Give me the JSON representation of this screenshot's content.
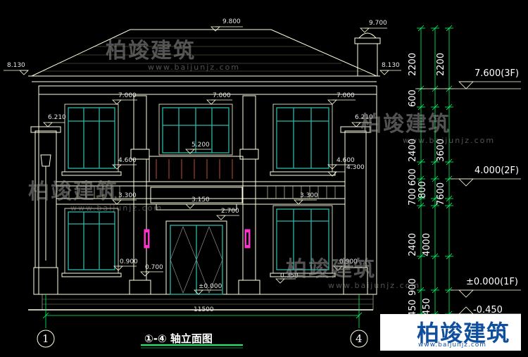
{
  "elevation": {
    "ridge": "9.800",
    "chimney_top": "9.700",
    "eave_left": "8.130",
    "eave_right": "8.130",
    "window_tops_2f": [
      "7.000",
      "7.000",
      "7.000"
    ],
    "pier_left": "6.210",
    "pier_right": "6.210",
    "balcony": "5.200",
    "band_left": "4.600",
    "band_right": "4.600",
    "band_right_low": "4.300",
    "first_window_left": "3.300",
    "first_window_right": "3.300",
    "entrance_canopy": "3.150",
    "door_top": "2.700",
    "sill_left": "0.900",
    "sill_right": "0.900",
    "step_left": "0.700",
    "step_right": "0.350",
    "ground": "±0.000",
    "total_width": "11500"
  },
  "levels": {
    "third": "7.600(3F)",
    "second": "4.000(2F)",
    "first": "±0.000(1F)",
    "grade": "-0.450"
  },
  "dims_outer": [
    "2200",
    "3600",
    "7600",
    "4000",
    "450"
  ],
  "dims_inner": [
    "2200",
    "600",
    "2400",
    "600",
    "700",
    "800",
    "2400",
    "900",
    "450"
  ],
  "axes": {
    "left": "1",
    "right": "4"
  },
  "drawing_title": "①-④ 轴立面图",
  "watermark": {
    "cn": "柏竣建筑",
    "url": "www.baijunjz.com"
  },
  "colors": {
    "line": "#ffffe0",
    "frame": "#2ab8a8",
    "dim": "#00ff66",
    "door_accent": "#ff33cc"
  }
}
